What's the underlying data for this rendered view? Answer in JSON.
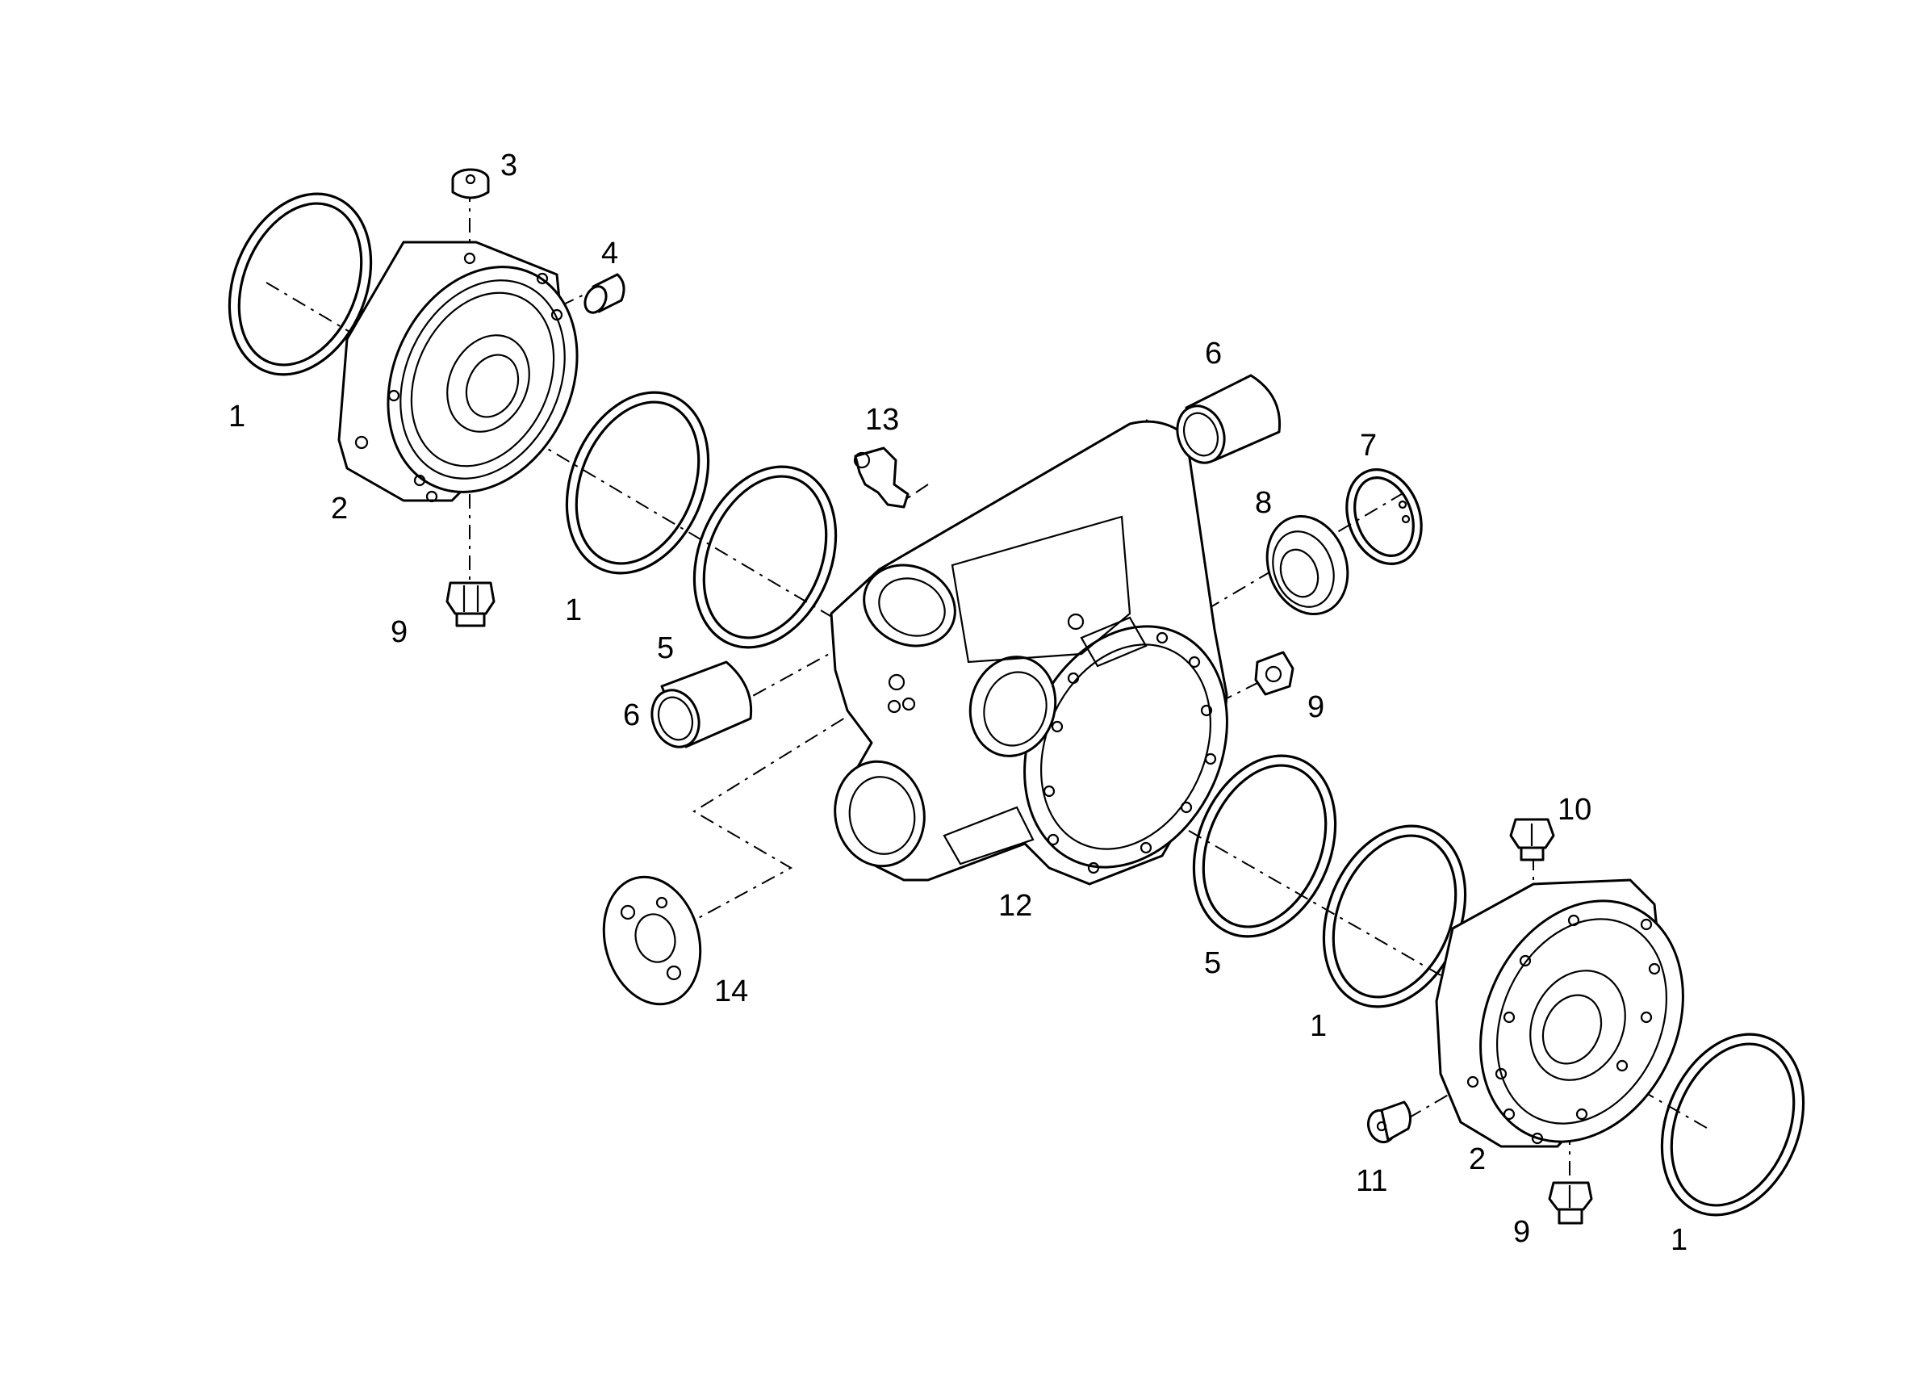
{
  "diagram": {
    "callouts": {
      "c1_top_left": "1",
      "c2_left": "2",
      "c3": "3",
      "c4": "4",
      "c9_left": "9",
      "c1_mid": "1",
      "c5_mid": "5",
      "c6_lower": "6",
      "c13": "13",
      "c6_upper": "6",
      "c7": "7",
      "c8": "8",
      "c9_right": "9",
      "c12": "12",
      "c14": "14",
      "c5_right": "5",
      "c10": "10",
      "c1_right_mid": "1",
      "c2_right": "2",
      "c11": "11",
      "c9_bottom": "9",
      "c1_bottom_right": "1"
    }
  }
}
